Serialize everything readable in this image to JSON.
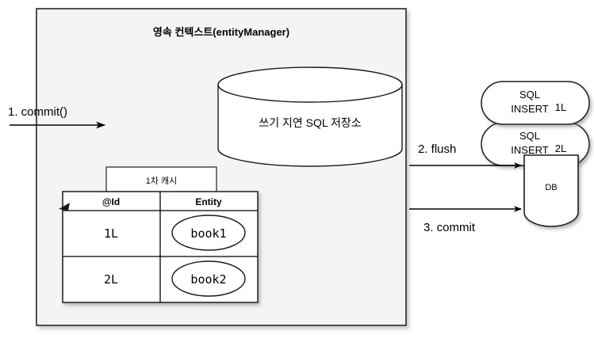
{
  "diagram": {
    "title": "영속 컨텍스트(entityManager)",
    "context_box": {
      "fill": "#f4f4f4",
      "border": "#262626"
    },
    "write_behind_store": {
      "label": "쓰기 지연 SQL 저장소",
      "shape": "cylinder"
    },
    "first_level_cache": {
      "tab_label": "1차 캐시",
      "columns": [
        "@Id",
        "Entity"
      ],
      "rows": [
        {
          "id": "1L",
          "entity": "book1"
        },
        {
          "id": "2L",
          "entity": "book2"
        }
      ]
    },
    "sql_statements": [
      {
        "line1": "SQL",
        "line2": "INSERT",
        "id": "1L"
      },
      {
        "line1": "SQL",
        "line2": "INSERT",
        "id": "2L"
      }
    ],
    "database": {
      "label": "DB",
      "shape": "cylinder"
    },
    "steps": [
      {
        "label": "1. commit()"
      },
      {
        "label": "2. flush"
      },
      {
        "label": "3. commit"
      }
    ],
    "colors": {
      "stroke": "#000000",
      "panel_fill": "#f4f4f4",
      "page_background": "#ffffff",
      "shadow": "#b5b5b5"
    }
  }
}
